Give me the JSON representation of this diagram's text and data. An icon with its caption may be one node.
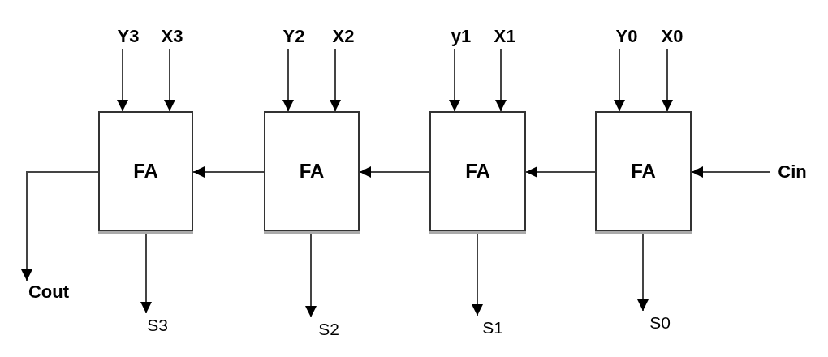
{
  "diagram": {
    "nodes": [
      {
        "text": [
          "Y3"
        ]
      },
      {
        "text": [
          "X3"
        ]
      },
      {
        "text": [
          "Y2"
        ]
      },
      {
        "text": [
          "X2"
        ]
      },
      {
        "text": [
          "y1"
        ]
      },
      {
        "text": [
          "X1"
        ]
      },
      {
        "text": [
          "Y0"
        ]
      },
      {
        "text": [
          "X0"
        ]
      },
      {
        "text": [
          "FA"
        ]
      },
      {
        "text": [
          "FA"
        ]
      },
      {
        "text": [
          "FA"
        ]
      },
      {
        "text": [
          "FA"
        ]
      },
      {
        "text": [
          "Cin"
        ]
      },
      {
        "text": [
          "Cout"
        ]
      },
      {
        "text": [
          "S3"
        ]
      },
      {
        "text": [
          "S2"
        ]
      },
      {
        "text": [
          "S1"
        ]
      },
      {
        "text": [
          "S0"
        ]
      }
    ],
    "edges": [
      {
        "from": 0,
        "to": 8,
        "arrow": "to"
      },
      {
        "from": 1,
        "to": 8,
        "arrow": "to"
      },
      {
        "from": 2,
        "to": 9,
        "arrow": "to"
      },
      {
        "from": 3,
        "to": 9,
        "arrow": "to"
      },
      {
        "from": 4,
        "to": 10,
        "arrow": "to"
      },
      {
        "from": 5,
        "to": 10,
        "arrow": "to"
      },
      {
        "from": 6,
        "to": 11,
        "arrow": "to"
      },
      {
        "from": 7,
        "to": 11,
        "arrow": "to"
      },
      {
        "from": 12,
        "to": 11,
        "arrow": "to"
      },
      {
        "from": 11,
        "to": 10,
        "arrow": "to"
      },
      {
        "from": 10,
        "to": 9,
        "arrow": "to"
      },
      {
        "from": 9,
        "to": 8,
        "arrow": "to"
      },
      {
        "from": 8,
        "to": 13,
        "arrow": "to"
      },
      {
        "from": 8,
        "to": 14,
        "arrow": "to"
      },
      {
        "from": 9,
        "to": 15,
        "arrow": "to"
      },
      {
        "from": 10,
        "to": 16,
        "arrow": "to"
      },
      {
        "from": 11,
        "to": 17,
        "arrow": "to"
      }
    ]
  }
}
